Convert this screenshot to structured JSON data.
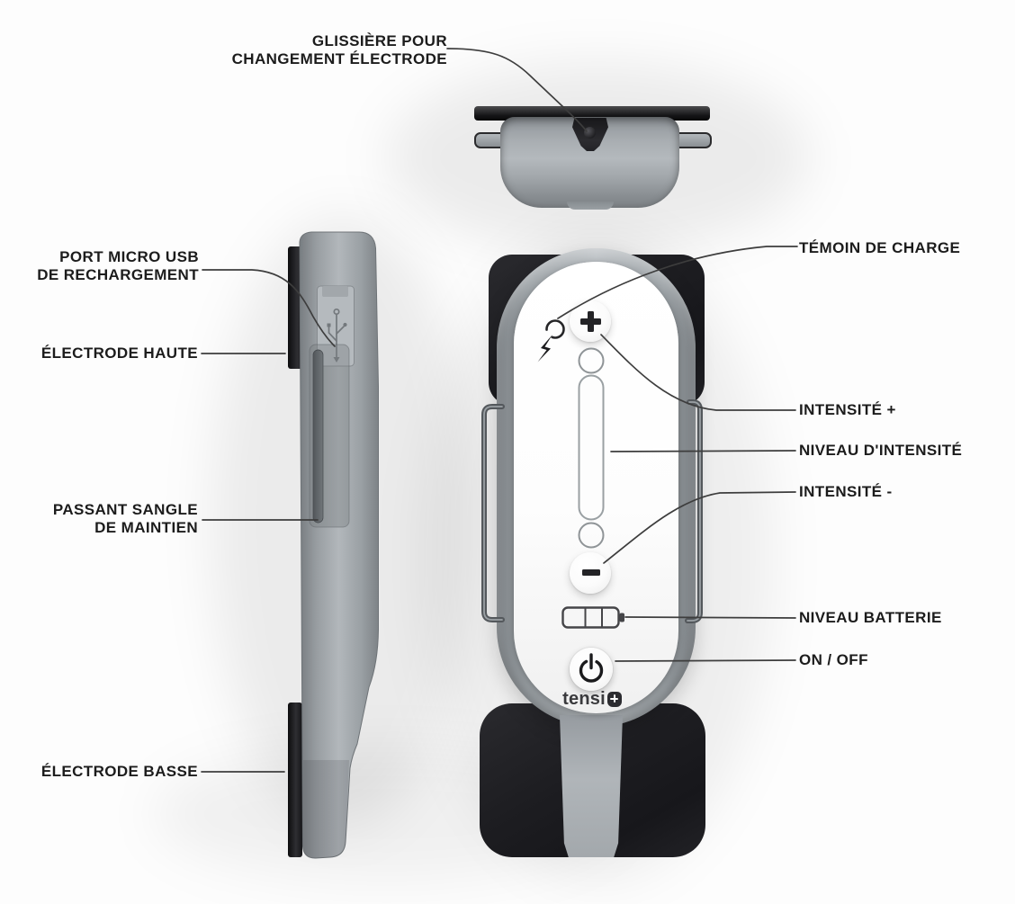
{
  "figure": {
    "brand": {
      "name": "tensi",
      "badge_icon": "plus-badge-icon"
    },
    "labels": {
      "glissiere": [
        "GLISSIÈRE POUR",
        "CHANGEMENT ÉLECTRODE"
      ],
      "usb": [
        "PORT MICRO USB",
        "DE RECHARGEMENT"
      ],
      "electrode_haute": [
        "ÉLECTRODE HAUTE"
      ],
      "passant": [
        "PASSANT SANGLE",
        "DE MAINTIEN"
      ],
      "electrode_basse": [
        "ÉLECTRODE BASSE"
      ],
      "temoin": [
        "TÉMOIN DE CHARGE"
      ],
      "intensite_plus": [
        "INTENSITÉ +"
      ],
      "niveau_intensite": [
        "NIVEAU D'INTENSITÉ"
      ],
      "intensite_moins": [
        "INTENSITÉ -"
      ],
      "niveau_batterie": [
        "NIVEAU BATTERIE"
      ],
      "on_off": [
        "ON / OFF"
      ]
    },
    "icons": {
      "charge_indicator": "lightning-charge-icon",
      "intensity_plus": "plus-icon",
      "intensity_minus": "minus-icon",
      "battery": "battery-level-icon",
      "power": "power-icon",
      "usb_port": "usb-trident-icon",
      "brand_badge": "plus-badge-icon"
    },
    "colors": {
      "label_text": "#1c1c1c",
      "leader_line": "#3d3d3d",
      "device_gray": "#9ba0a4",
      "electrode_black": "#1d1d20",
      "panel_white": "#fcfcfc",
      "control_dark": "#232326"
    }
  }
}
